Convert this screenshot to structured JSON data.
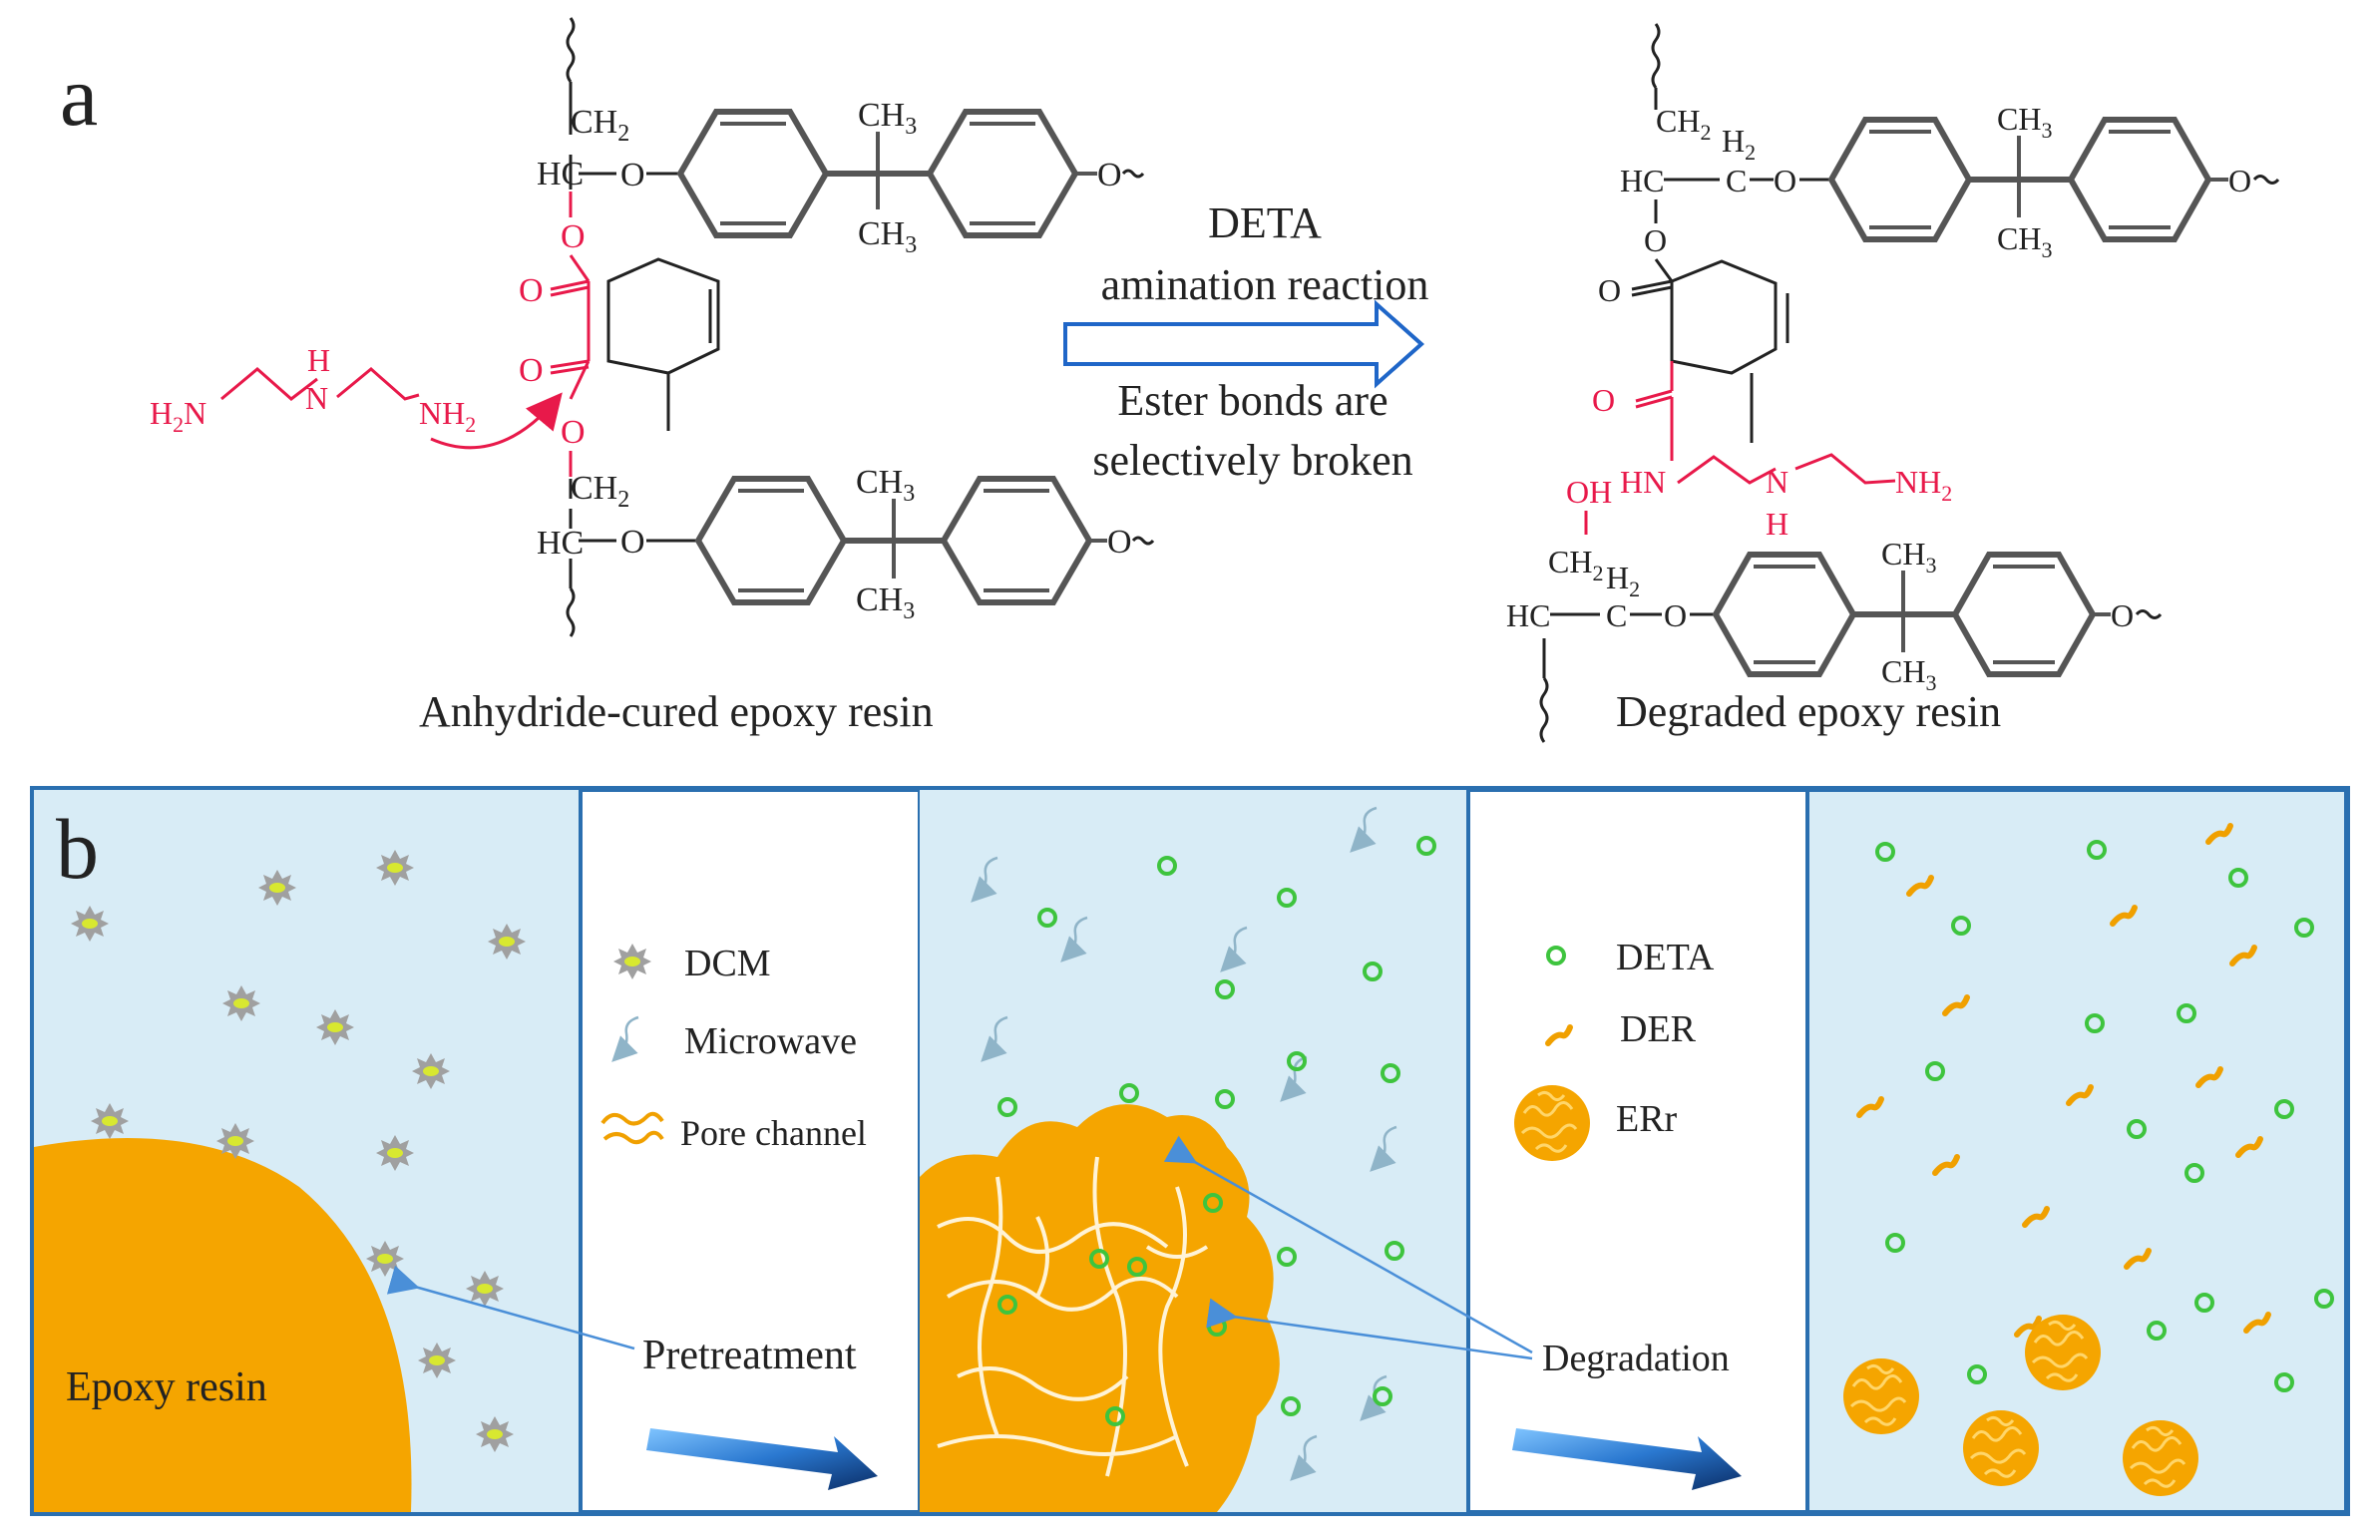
{
  "panel_a": {
    "label": "a",
    "reactant_caption": "Anhydride-cured epoxy resin",
    "product_caption": "Degraded epoxy resin",
    "arrow_top_1": "DETA",
    "arrow_top_2": "amination reaction",
    "arrow_bottom_1": "Ester bonds are",
    "arrow_bottom_2": "selectively broken",
    "atoms": {
      "ch2": "CH",
      "two": "2",
      "hc": "HC",
      "o": "O",
      "ch3": "CH",
      "three": "3",
      "h2n": "H",
      "n": "N",
      "h": "H",
      "nh": "NH",
      "hn": "HN",
      "oh": "OH",
      "c": "C",
      "h2": "H"
    }
  },
  "panel_b": {
    "label": "b",
    "legend_1": {
      "dcm": "DCM",
      "microwave": "Microwave",
      "pore": "Pore channel"
    },
    "legend_2": {
      "deta": "DETA",
      "der": "DER",
      "err": "ERr"
    },
    "epoxy_label": "Epoxy  resin",
    "pretreatment": "Pretreatment",
    "degradation": "Degradation"
  },
  "colors": {
    "ink": "#222222",
    "red": "#e8194a",
    "ring": "#555555",
    "panel_bg": "#d8ecf6",
    "panel_border": "#2a6fb0",
    "orange": "#f5a500",
    "green": "#3ec43e",
    "der": "#f0a000",
    "arrow_blue": "#1f66c8",
    "line_blue": "#4a8fd8"
  }
}
